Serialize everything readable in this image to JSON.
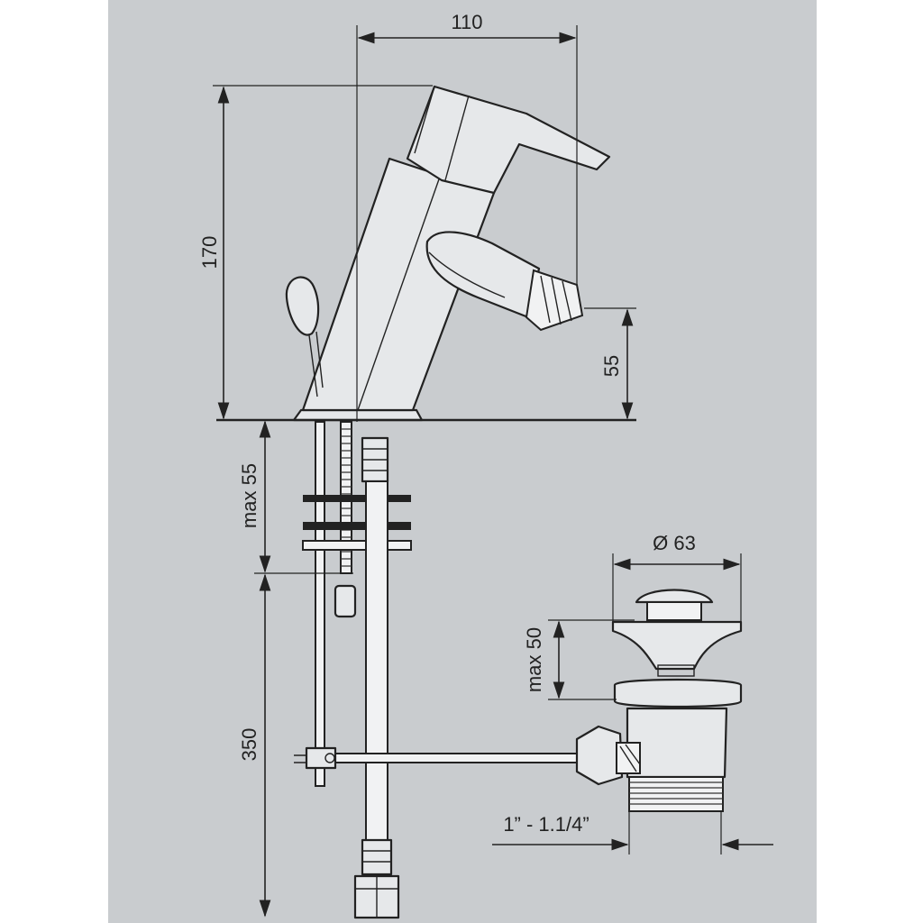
{
  "colors": {
    "sheet": "#c9cccf",
    "margin": "#ffffff",
    "ink": "#222222",
    "part_fill": "#e6e8ea"
  },
  "dimensions": {
    "spout_reach": "110",
    "total_height": "170",
    "outlet_height": "55",
    "mounting_thickness": "max 55",
    "hose_length": "350",
    "waste_diameter": "Ø 63",
    "waste_height": "max 50",
    "waste_thread": "1” - 1.1/4”"
  }
}
